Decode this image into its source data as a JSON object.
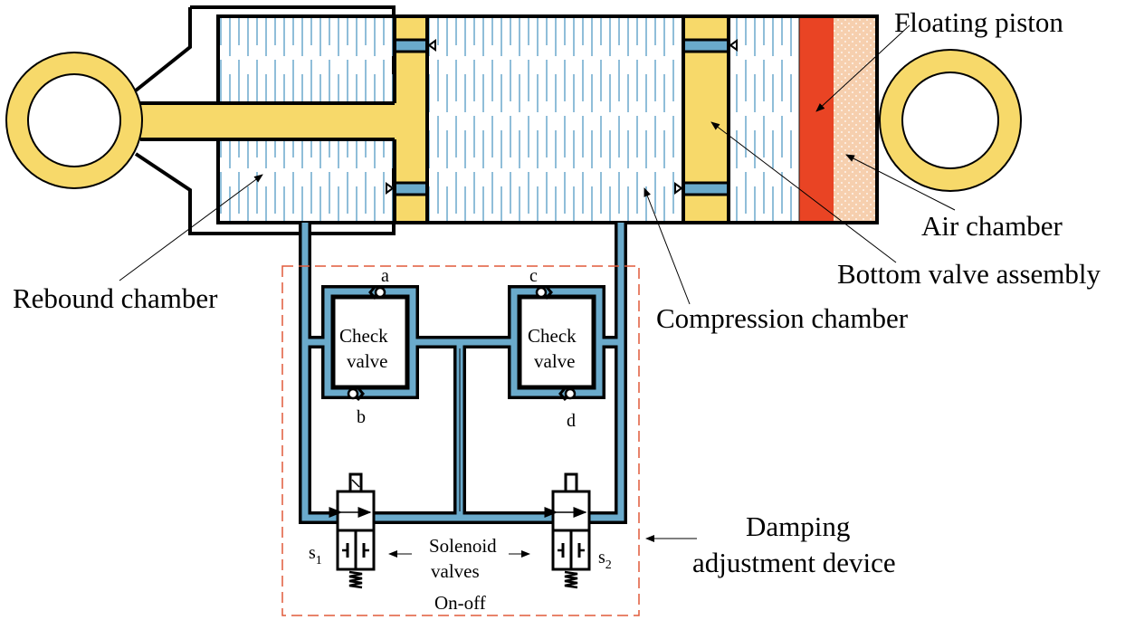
{
  "diagram": {
    "type": "shock-absorber-schematic",
    "colors": {
      "rod_body": "#f7d96a",
      "fluid_channel": "#6aaacb",
      "fluid_hatch": "#6aa9cc",
      "floating_piston": "#e94424",
      "air_chamber": "#f6cfae",
      "dashed_box": "#e05a3a",
      "outline": "#000000"
    },
    "labels": {
      "floating_piston": "Floating piston",
      "air_chamber": "Air chamber",
      "bottom_valve_assembly": "Bottom valve assembly",
      "rebound_chamber": "Rebound chamber",
      "compression_chamber": "Compression chamber",
      "damping_line1": "Damping",
      "damping_line2": "adjustment device",
      "check_valve_left_l1": "Check",
      "check_valve_left_l2": "valve",
      "check_valve_right_l1": "Check",
      "check_valve_right_l2": "valve",
      "port_a": "a",
      "port_b": "b",
      "port_c": "c",
      "port_d": "d",
      "s1_base": "s",
      "s1_sub": "1",
      "s2_base": "s",
      "s2_sub": "2",
      "solenoid_line1": "Solenoid",
      "solenoid_line2": "valves",
      "on_off": "On-off"
    }
  }
}
